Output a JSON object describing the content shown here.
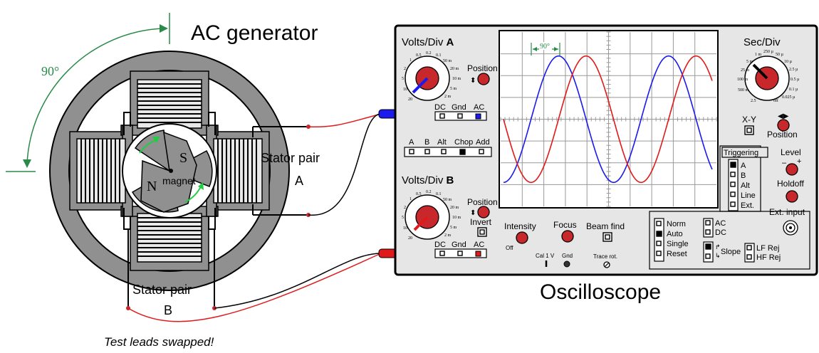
{
  "titles": {
    "generator": "AC generator",
    "oscilloscope": "Oscilloscope",
    "angle": "90°",
    "note": "Test leads swapped!"
  },
  "generator": {
    "rotor_labels": {
      "north": "N",
      "south": "S",
      "magnet": "magnet"
    },
    "stator_a_line1": "Stator pair",
    "stator_a_line2": "A",
    "stator_b_line1": "Stator pair",
    "stator_b_line2": "B"
  },
  "scope": {
    "channel_a": {
      "title_prefix": "Volts/Div ",
      "title_letter": "A",
      "position": "Position",
      "coupling": [
        "DC",
        "Gnd",
        "AC"
      ],
      "knob_labels": [
        "0.5",
        "0.2",
        "0.1",
        "50 m",
        "20 m",
        "10 m",
        "5 m",
        "2 m",
        "20",
        "10",
        "5",
        "2",
        "1"
      ]
    },
    "mode": {
      "labels": [
        "A",
        "B",
        "Alt",
        "Chop",
        "Add"
      ],
      "selected": "Chop"
    },
    "channel_b": {
      "title_prefix": "Volts/Div ",
      "title_letter": "B",
      "position": "Position",
      "invert": "Invert",
      "coupling": [
        "DC",
        "Gnd",
        "AC"
      ],
      "knob_labels": [
        "0.5",
        "0.2",
        "0.1",
        "50 m",
        "20 m",
        "10 m",
        "5 m",
        "2 m",
        "20",
        "10",
        "5",
        "2",
        "1"
      ]
    },
    "screen": {
      "phase_label": "90°"
    },
    "chart_data": {
      "type": "line",
      "x_divisions": 10,
      "y_divisions": 8,
      "series": [
        {
          "color": "#1a1aee",
          "amplitude_div": 2.9,
          "period_div": 5.1,
          "phase_deg": 0
        },
        {
          "color": "#e01a1a",
          "amplitude_div": 2.9,
          "period_div": 5.1,
          "phase_deg": -90
        }
      ],
      "grid": true
    },
    "controls": {
      "intensity": "Intensity",
      "off": "Off",
      "focus": "Focus",
      "beam_find": "Beam find",
      "cal": "Cal  1  V",
      "gnd": "Gnd",
      "trace_rot": "Trace rot."
    },
    "timebase": {
      "title": "Sec/Div",
      "knob_labels": [
        "1 m",
        "250 µ",
        "50 µ",
        "10 µ",
        "2.5 µ",
        "0.5 µ",
        "0.1 µ",
        "0.025 µ",
        "off",
        "2.5",
        "500 m",
        "100 m",
        "25 m",
        "5 m"
      ],
      "xy": "X-Y",
      "position": "Position"
    },
    "triggering": {
      "title": "Triggering",
      "sources": [
        "A",
        "B",
        "Alt",
        "Line",
        "Ext."
      ],
      "source_selected": "A",
      "level": "Level",
      "holdoff": "Holdoff",
      "ext_input": "Ext. input",
      "modes": [
        "Norm",
        "Auto",
        "Single",
        "Reset"
      ],
      "mode_selected": "Auto",
      "coupling": [
        "AC",
        "DC"
      ],
      "slope": "Slope",
      "rejects": [
        "LF Rej",
        "HF Rej"
      ]
    }
  },
  "colors": {
    "lead_a": "#1a1aee",
    "lead_b": "#e01a1a",
    "note": "#a030e0",
    "angle": "#2a8a4a",
    "panel": "#e6e6e6",
    "stator": "#909090"
  }
}
